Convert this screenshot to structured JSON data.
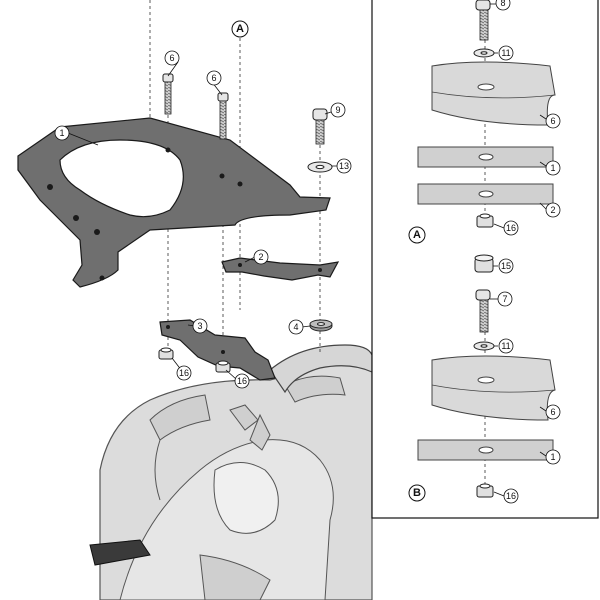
{
  "main_diagram": {
    "callouts": {
      "p1": "1",
      "p6a": "6",
      "p6b": "6",
      "p9": "9",
      "p13": "13",
      "p2": "2",
      "p3": "3",
      "p4": "4",
      "p16a": "16",
      "p16b": "16"
    },
    "view_marker": "A"
  },
  "detail_panel": {
    "section_a": {
      "label": "A",
      "callouts": {
        "c8": "8",
        "c11": "11",
        "c6": "6",
        "c1": "1",
        "c2": "2",
        "c16": "16"
      }
    },
    "section_b": {
      "label": "B",
      "callouts": {
        "c15": "15",
        "c7": "7",
        "c11": "11",
        "c6": "6",
        "c1": "1",
        "c16": "16"
      }
    }
  },
  "colors": {
    "plate_fill": "#6f6f6f",
    "plate_stroke": "#1a1a1a",
    "ghost_fill": "#d9d9d9",
    "ghost_stroke": "#5a5a5a",
    "hardware_fill": "#c8c8c8",
    "spacer_fill": "#bdbdbd"
  }
}
